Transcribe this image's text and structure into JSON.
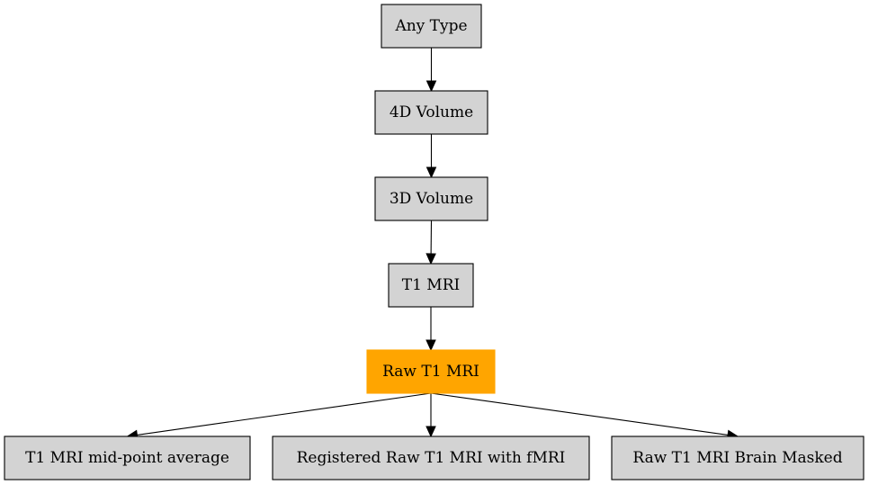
{
  "nodes": {
    "any_type": {
      "label": "Any Type",
      "fill": "#d3d3d3",
      "border": "#000000"
    },
    "vol_4d": {
      "label": "4D Volume",
      "fill": "#d3d3d3",
      "border": "#000000"
    },
    "vol_3d": {
      "label": "3D Volume",
      "fill": "#d3d3d3",
      "border": "#000000"
    },
    "t1_mri": {
      "label": "T1 MRI",
      "fill": "#d3d3d3",
      "border": "#000000"
    },
    "raw_t1_mri": {
      "label": "Raw T1 MRI",
      "fill": "#ffa500",
      "border": "#ffa500"
    },
    "t1_midpoint": {
      "label": "T1 MRI mid-point average",
      "fill": "#d3d3d3",
      "border": "#000000"
    },
    "registered_raw_t1": {
      "label": "Registered Raw T1 MRI with fMRI",
      "fill": "#d3d3d3",
      "border": "#000000"
    },
    "raw_t1_brain_masked": {
      "label": "Raw T1 MRI Brain Masked",
      "fill": "#d3d3d3",
      "border": "#000000"
    }
  },
  "edges": [
    {
      "from": "any_type",
      "to": "vol_4d"
    },
    {
      "from": "vol_4d",
      "to": "vol_3d"
    },
    {
      "from": "vol_3d",
      "to": "t1_mri"
    },
    {
      "from": "t1_mri",
      "to": "raw_t1_mri"
    },
    {
      "from": "raw_t1_mri",
      "to": "t1_midpoint"
    },
    {
      "from": "raw_t1_mri",
      "to": "registered_raw_t1"
    },
    {
      "from": "raw_t1_mri",
      "to": "raw_t1_brain_masked"
    }
  ]
}
